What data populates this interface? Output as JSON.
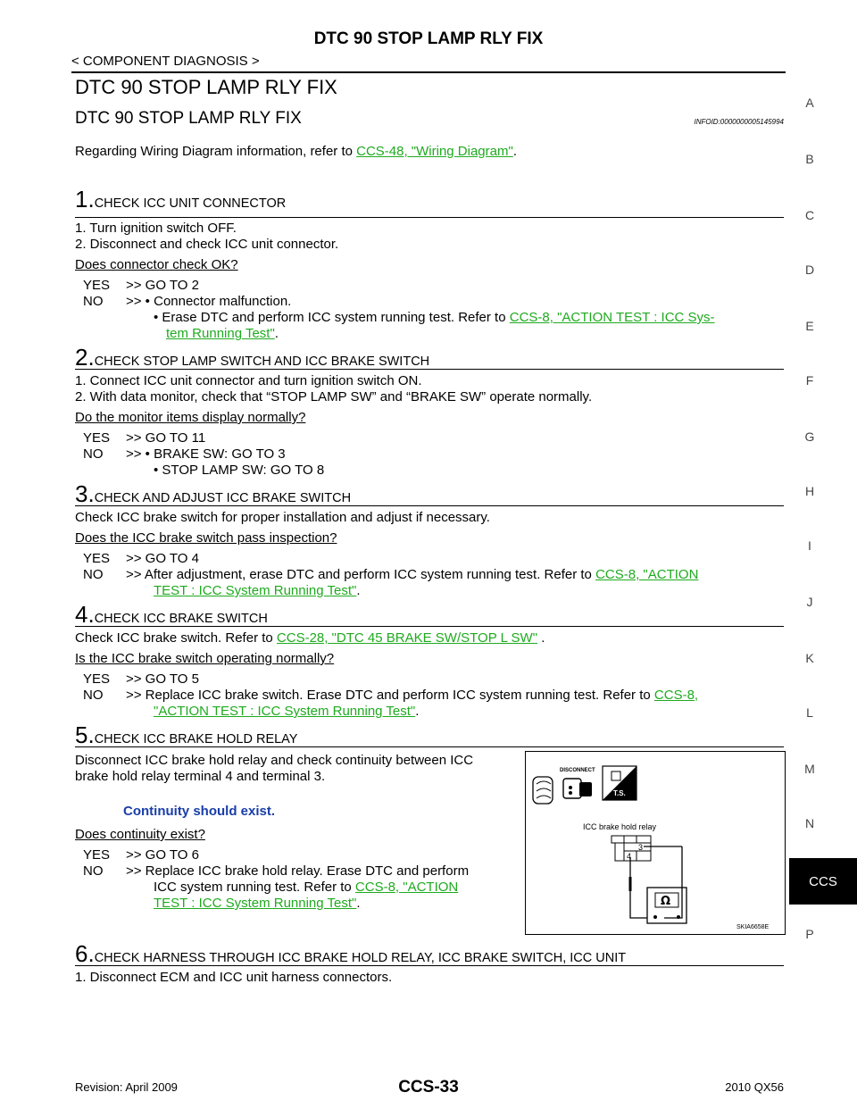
{
  "header": {
    "title": "DTC 90 STOP LAMP RLY FIX",
    "subtitle": "< COMPONENT DIAGNOSIS >"
  },
  "section": {
    "title": "DTC 90 STOP LAMP RLY FIX",
    "subtitle": "DTC 90 STOP LAMP RLY FIX",
    "infoid": "INFOID:0000000005145994",
    "wiring_prefix": "Regarding Wiring Diagram information, refer to ",
    "wiring_link": "CCS-48, \"Wiring Diagram\"",
    "wiring_suffix": "."
  },
  "steps": [
    {
      "num": "1.",
      "title": "CHECK ICC UNIT CONNECTOR",
      "lines": [
        "1. Turn ignition switch OFF.",
        "2. Disconnect and check ICC unit connector."
      ],
      "question": "Does connector check OK?",
      "yes": ">> GO TO 2",
      "no_lines": [
        ">> • Connector malfunction.",
        "• Erase DTC and perform ICC system running test. Refer to "
      ],
      "no_link": "CCS-8, \"ACTION TEST : ICC Sys-",
      "no_link2": "tem Running Test\"",
      "no_end": "."
    },
    {
      "num": "2.",
      "title": "CHECK STOP LAMP SWITCH AND ICC BRAKE SWITCH",
      "lines": [
        "1. Connect ICC unit connector and turn ignition switch ON.",
        "2. With data monitor, check that “STOP LAMP SW” and “BRAKE SW” operate normally."
      ],
      "question": "Do the monitor items display normally?",
      "yes": ">> GO TO 11",
      "no_lines": [
        ">> • BRAKE SW: GO TO 3",
        "• STOP LAMP SW: GO TO 8"
      ]
    },
    {
      "num": "3.",
      "title": "CHECK AND ADJUST ICC BRAKE SWITCH",
      "lines": [
        "Check ICC brake switch for proper installation and adjust if necessary."
      ],
      "question": "Does the ICC brake switch pass inspection?",
      "yes": ">> GO TO 4",
      "no_text": ">> After adjustment, erase DTC and perform ICC system running test. Refer to ",
      "no_link": "CCS-8, \"ACTION",
      "no_link2": "TEST : ICC System Running Test\"",
      "no_end": "."
    },
    {
      "num": "4.",
      "title": "CHECK ICC BRAKE SWITCH",
      "line_prefix": "Check ICC brake switch. Refer to ",
      "line_link": "CCS-28, \"DTC 45 BRAKE SW/STOP L SW\"",
      "line_suffix": " .",
      "question": "Is the ICC brake switch operating normally?",
      "yes": ">> GO TO 5",
      "no_text": ">> Replace ICC brake switch. Erase DTC and perform ICC system running test. Refer to ",
      "no_link": "CCS-8,",
      "no_link2": "\"ACTION TEST : ICC System Running Test\"",
      "no_end": "."
    },
    {
      "num": "5.",
      "title": "CHECK ICC BRAKE HOLD RELAY",
      "lines": [
        "Disconnect ICC brake hold relay and check continuity between ICC",
        "brake hold relay terminal 4 and terminal 3."
      ],
      "result": "Continuity should exist.",
      "question": "Does continuity exist?",
      "yes": ">> GO TO 6",
      "no_lines": [
        ">> Replace ICC brake hold relay. Erase DTC and perform",
        "ICC system running test. Refer to "
      ],
      "no_link": "CCS-8, \"ACTION",
      "no_link2": "TEST : ICC System Running Test\"",
      "no_end": "."
    },
    {
      "num": "6.",
      "title": "CHECK HARNESS THROUGH ICC BRAKE HOLD RELAY, ICC BRAKE SWITCH, ICC UNIT",
      "lines": [
        "1. Disconnect  ECM and ICC unit harness connectors."
      ]
    }
  ],
  "yes_label": "YES",
  "no_label": "NO",
  "figure": {
    "disconnect_label": "DISCONNECT",
    "ts_label": "T.S.",
    "relay_label": "ICC brake hold relay",
    "terminal_a": "3",
    "terminal_b": "4",
    "ohm_symbol": "Ω",
    "code": "SKIA6658E"
  },
  "side_index": [
    "A",
    "B",
    "C",
    "D",
    "E",
    "F",
    "G",
    "H",
    "I",
    "J",
    "K",
    "L",
    "M",
    "N",
    "CCS",
    "P"
  ],
  "footer": {
    "revision": "Revision: April 2009",
    "page": "CCS-33",
    "model": "2010 QX56"
  }
}
